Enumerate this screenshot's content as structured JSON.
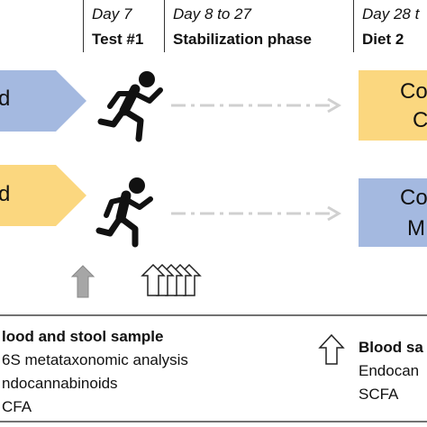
{
  "timeline": {
    "col_day7": {
      "day": "Day 7",
      "label": "Test #1"
    },
    "col_day8": {
      "day": "Day 8 to 27",
      "label": "Stabilization phase"
    },
    "col_day28": {
      "day": "Day 28 t",
      "label": "Diet 2"
    }
  },
  "rows": [
    {
      "left_box_text": "d",
      "right_box_line1": "Co",
      "right_box_line2": "C"
    },
    {
      "left_box_text": "d",
      "right_box_line1": "Co",
      "right_box_line2": "M"
    }
  ],
  "legend": {
    "left": {
      "title": "lood and stool sample",
      "items": [
        "6S metataxonomic analysis",
        "ndocannabinoids",
        "CFA"
      ]
    },
    "right": {
      "title": "Blood sa",
      "items": [
        "Endocan",
        "SCFA"
      ]
    }
  },
  "colors": {
    "blue": "#a4b9e0",
    "yellow": "#fbd77f",
    "gray_arrow": "#a6a6a6",
    "dash": "#d0d0d0"
  }
}
